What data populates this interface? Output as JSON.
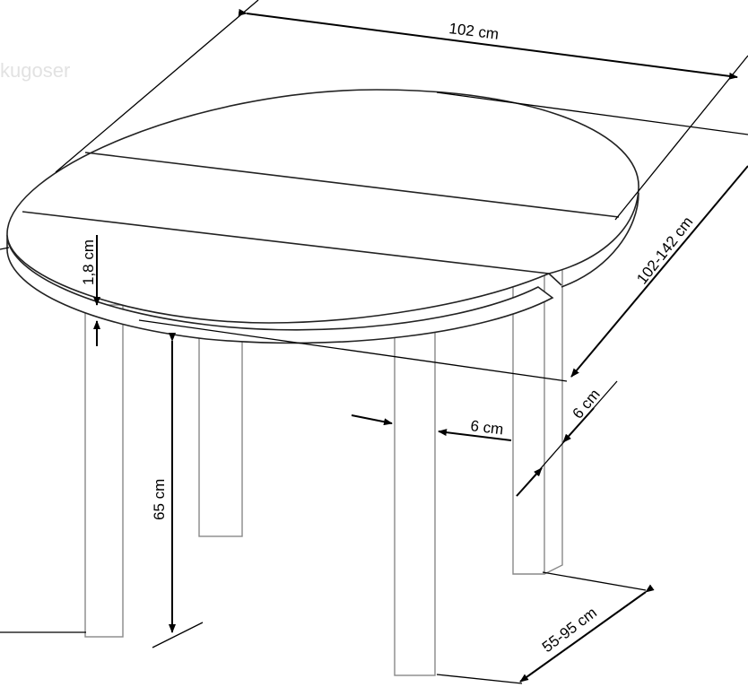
{
  "watermark": "kugoser",
  "dimensions": {
    "top_width": "102 cm",
    "length_extended": "102-142 cm",
    "top_thickness": "1,8 cm",
    "height": "65 cm",
    "leg_width": "6 cm",
    "leg_depth": "6 cm",
    "leg_spacing": "55-95 cm"
  },
  "colors": {
    "line": "#000000",
    "leg_outline": "#888888"
  }
}
